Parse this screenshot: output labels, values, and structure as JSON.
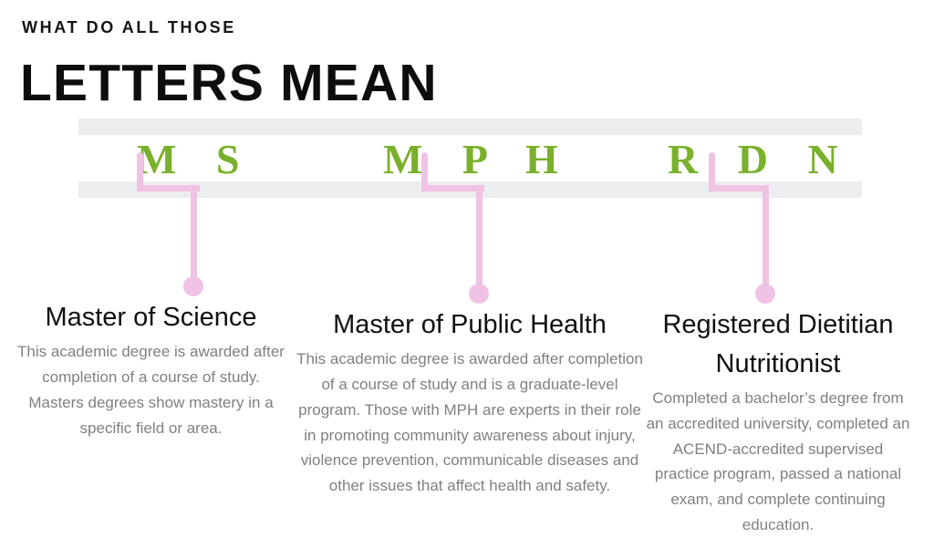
{
  "header": {
    "eyebrow": "WHAT DO ALL THOSE",
    "title": "LETTERS MEAN"
  },
  "colors": {
    "acronym_green": "#7AB02C",
    "connector_pink": "#F0C2E4",
    "band_gray": "#ECEDEF",
    "body_text_gray": "#808080",
    "heading_black": "#111111",
    "background": "#FFFFFF"
  },
  "columns": [
    {
      "acronym": "M S",
      "heading": "Master of Science",
      "body": "This academic degree is awarded after completion of a course of study. Masters degrees show mastery in a specific field or area."
    },
    {
      "acronym": "M P H",
      "heading": "Master of Public Health",
      "body": "This academic degree is awarded after completion of a course of study and is a graduate-level program. Those with MPH are experts in their role in promoting community awareness about injury, violence prevention, communicable diseases and other issues that affect health and safety."
    },
    {
      "acronym": "R D N",
      "heading": "Registered Dietitian Nutritionist",
      "body": "Completed a bachelor’s degree from an accredited university, completed an ACEND-accredited supervised practice program, passed a national exam, and complete continuing education."
    }
  ]
}
